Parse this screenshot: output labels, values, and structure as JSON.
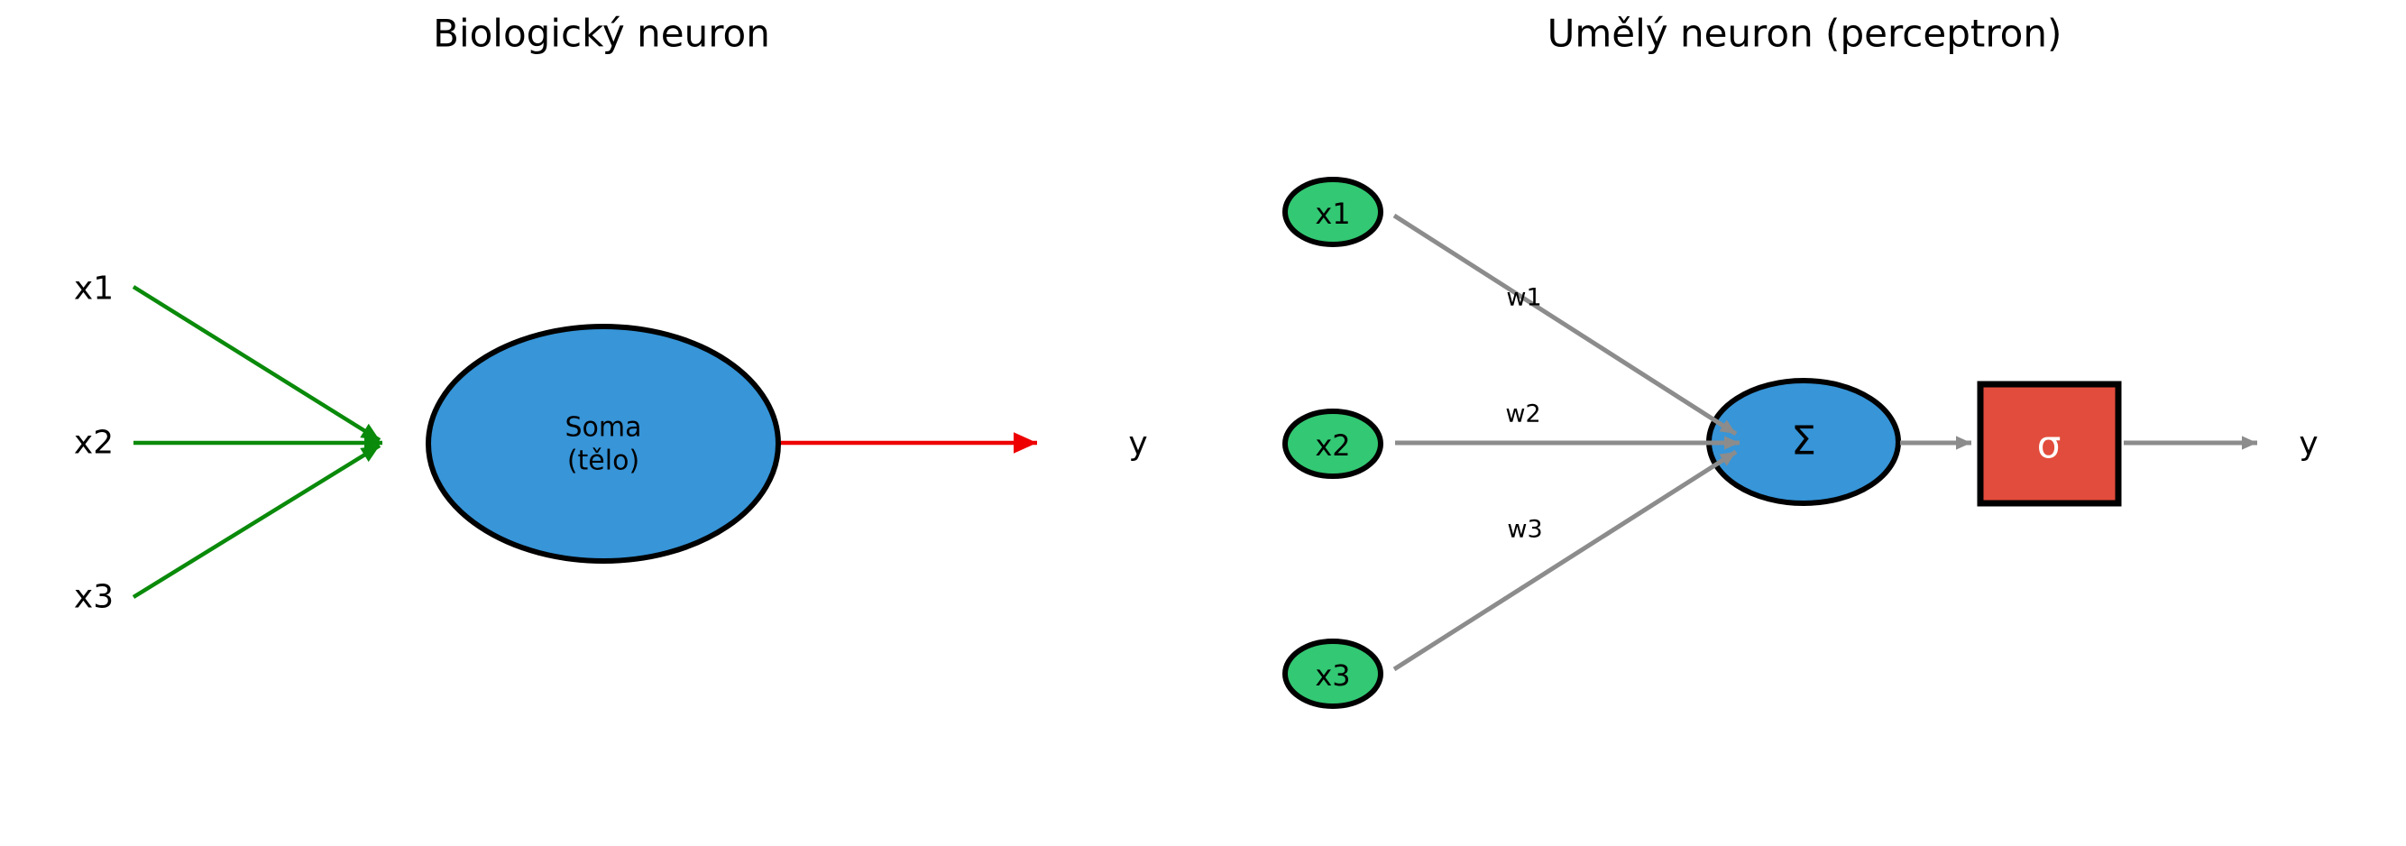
{
  "colors": {
    "background": "#ffffff",
    "bio_input_arrow_green": "#0a8a0a",
    "bio_output_arrow_red": "#ee0000",
    "soma_fill_blue": "#3795d8",
    "node_fill_green": "#33c873",
    "sum_fill_blue": "#3795d8",
    "activation_fill_red": "#e24c3c",
    "connection_gray": "#8c8c8c",
    "weight_label_blue": "#0000ee",
    "outline_black": "#000000"
  },
  "bio": {
    "title": "Biologický neuron",
    "inputs": [
      "x1",
      "x2",
      "x3"
    ],
    "soma_line1": "Soma",
    "soma_line2": "(tělo)",
    "output_label": "y"
  },
  "perceptron": {
    "title": "Umělý neuron (perceptron)",
    "inputs": [
      "x1",
      "x2",
      "x3"
    ],
    "weights": [
      "w1",
      "w2",
      "w3"
    ],
    "sum_symbol": "Σ",
    "activation_symbol": "σ",
    "output_label": "y"
  }
}
